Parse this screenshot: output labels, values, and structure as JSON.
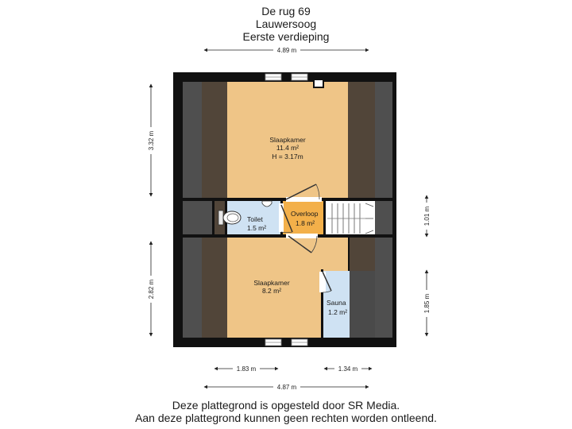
{
  "header": {
    "line1": "De rug 69",
    "line2": "Lauwersoog",
    "line3": "Eerste verdieping"
  },
  "dimensions": {
    "top_width": "4.89 m",
    "left_upper": "3.32 m",
    "left_lower": "2.82 m",
    "right_upper": "1.01 m",
    "right_lower": "1.85 m",
    "bottom_left": "1.83 m",
    "bottom_right": "1.34 m",
    "bottom_total": "4.87 m"
  },
  "rooms": {
    "bedroom1": {
      "name": "Slaapkamer",
      "area": "11.4 m²",
      "height": "H = 3.17m"
    },
    "toilet": {
      "name": "Toilet",
      "area": "1.5 m²"
    },
    "landing": {
      "name": "Overloop",
      "area": "1.8 m²"
    },
    "bedroom2": {
      "name": "Slaapkamer",
      "area": "8.2 m²"
    },
    "sauna": {
      "name": "Sauna",
      "area": "1.2 m²"
    }
  },
  "colors": {
    "wall": "#111111",
    "bedroom": "#efc587",
    "wet_room": "#cfe2f3",
    "landing": "#f3b04a",
    "slope_outer": "#4f4f4f",
    "slope_inner": "#514539"
  },
  "footer": {
    "line1": "Deze plattegrond is opgesteld door SR Media.",
    "line2": "Aan deze plattegrond kunnen geen rechten worden ontleend."
  }
}
